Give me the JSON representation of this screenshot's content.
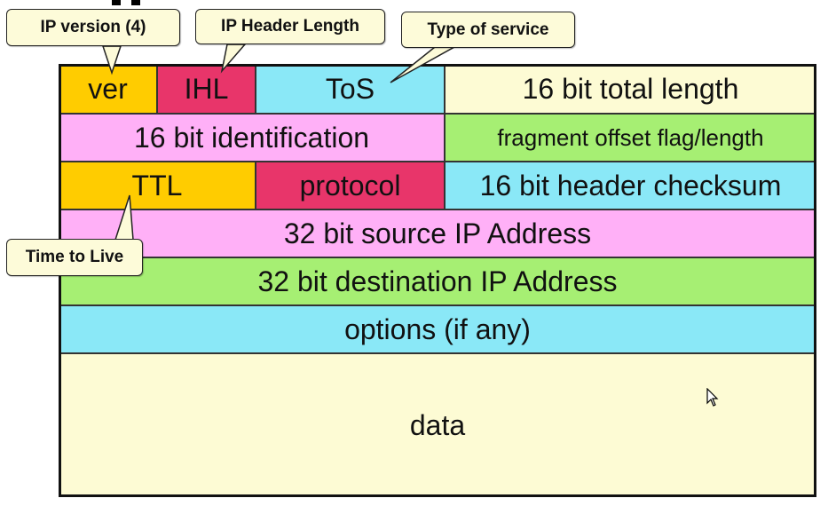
{
  "colors": {
    "orange": "#ffcc00",
    "magenta": "#e8356a",
    "cyan": "#8ae8f7",
    "cream": "#fdfbd4",
    "pink": "#ffb0f7",
    "green": "#a6ef73",
    "callout_bg": "#fdfbd9"
  },
  "fields": {
    "ver": "ver",
    "ihl": "IHL",
    "tos": "ToS",
    "total_length": "16 bit total length",
    "identification": "16 bit identification",
    "fragment": "fragment offset flag/length",
    "ttl": "TTL",
    "protocol": "protocol",
    "checksum": "16 bit header checksum",
    "source": "32 bit source IP Address",
    "destination": "32 bit destination IP Address",
    "options": "options (if any)",
    "data": "data"
  },
  "callouts": {
    "ip_version": "IP version (4)",
    "header_length": "IP Header Length",
    "type_of_service": "Type of service",
    "time_to_live": "Time to Live"
  },
  "icons": {
    "cursor": "mouse-pointer-icon"
  }
}
